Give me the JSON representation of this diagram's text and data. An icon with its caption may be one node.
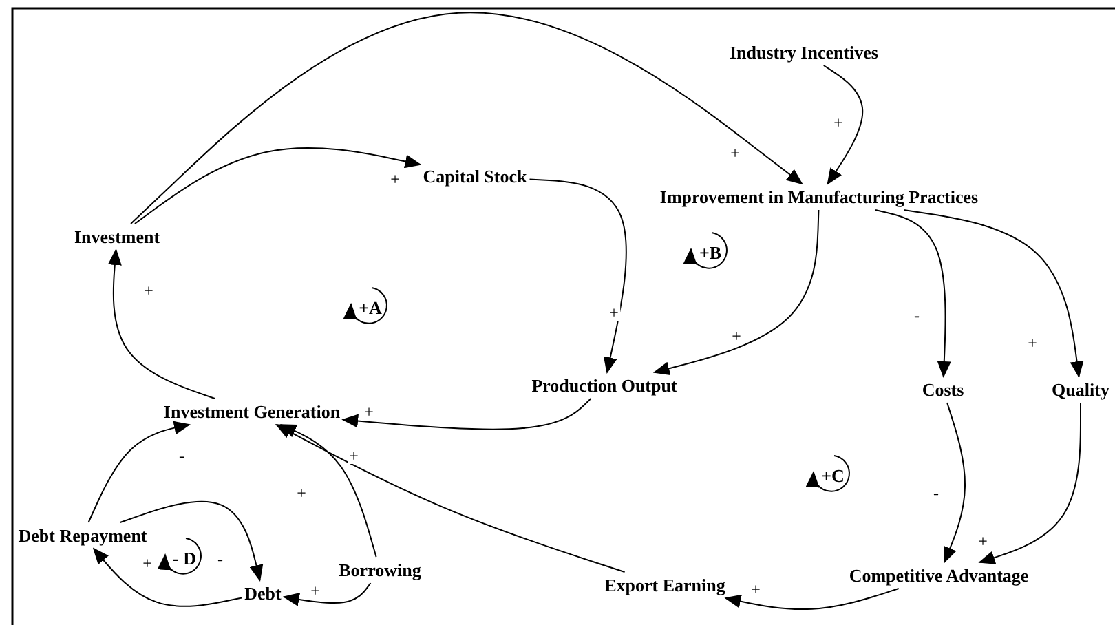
{
  "diagram": {
    "nodes": [
      {
        "text": [
          "Industry Incentives"
        ]
      },
      {
        "text": [
          "Investment"
        ]
      },
      {
        "text": [
          "Capital Stock"
        ]
      },
      {
        "text": [
          "Improvement in Manufacturing Practices"
        ]
      },
      {
        "text": [
          "Production Output"
        ]
      },
      {
        "text": [
          "Costs"
        ]
      },
      {
        "text": [
          "Quality"
        ]
      },
      {
        "text": [
          "Investment Generation"
        ]
      },
      {
        "text": [
          "Debt Repayment"
        ]
      },
      {
        "text": [
          "Borrowing"
        ]
      },
      {
        "text": [
          "Debt"
        ]
      },
      {
        "text": [
          "Export Earning"
        ]
      },
      {
        "text": [
          "Competitive Advantage"
        ]
      }
    ],
    "edges": [
      {
        "from": 1,
        "to": 2,
        "arrow": "to",
        "label": "+"
      },
      {
        "from": 1,
        "to": 3,
        "arrow": "to",
        "label": "+"
      },
      {
        "from": 0,
        "to": 3,
        "arrow": "to",
        "label": "+"
      },
      {
        "from": 2,
        "to": 4,
        "arrow": "to",
        "label": "+"
      },
      {
        "from": 3,
        "to": 4,
        "arrow": "to",
        "label": "+"
      },
      {
        "from": 3,
        "to": 5,
        "arrow": "to",
        "label": "-"
      },
      {
        "from": 3,
        "to": 6,
        "arrow": "to",
        "label": "+"
      },
      {
        "from": 4,
        "to": 7,
        "arrow": "to",
        "label": "+"
      },
      {
        "from": 7,
        "to": 1,
        "arrow": "to",
        "label": "+"
      },
      {
        "from": 5,
        "to": 12,
        "arrow": "to",
        "label": "-"
      },
      {
        "from": 6,
        "to": 12,
        "arrow": "to",
        "label": "+"
      },
      {
        "from": 12,
        "to": 11,
        "arrow": "to",
        "label": "+"
      },
      {
        "from": 11,
        "to": 7,
        "arrow": "to",
        "label": "+"
      },
      {
        "from": 9,
        "to": 7,
        "arrow": "to",
        "label": "+"
      },
      {
        "from": 8,
        "to": 7,
        "arrow": "to",
        "label": "-"
      },
      {
        "from": 8,
        "to": 10,
        "arrow": "to",
        "label": "-"
      },
      {
        "from": 10,
        "to": 8,
        "arrow": "to",
        "label": "+"
      },
      {
        "from": 9,
        "to": 10,
        "arrow": "to",
        "label": "+"
      }
    ],
    "labels": [
      "+A",
      "+B",
      "+C",
      "- D"
    ]
  }
}
